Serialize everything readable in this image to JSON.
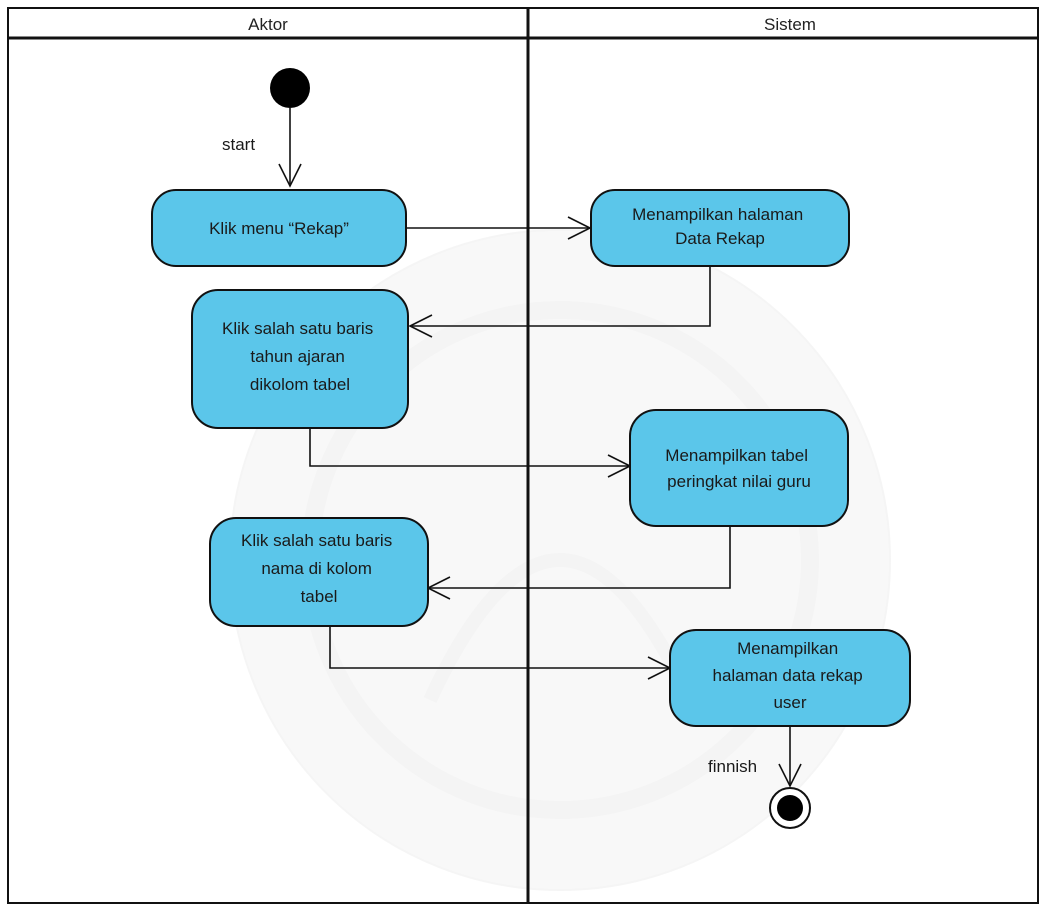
{
  "swimlanes": [
    {
      "id": "actor",
      "title": "Aktor"
    },
    {
      "id": "system",
      "title": "Sistem"
    }
  ],
  "nodes": {
    "start": {
      "type": "initial"
    },
    "klik_rekap": {
      "type": "action",
      "lane": "actor",
      "lines": [
        "Klik menu “Rekap”"
      ]
    },
    "tampil_data_rekap": {
      "type": "action",
      "lane": "system",
      "lines": [
        "Menampilkan halaman",
        "Data Rekap"
      ]
    },
    "klik_tahun": {
      "type": "action",
      "lane": "actor",
      "lines": [
        "Klik salah satu baris",
        "tahun ajaran",
        "dikolom tabel"
      ]
    },
    "tampil_peringkat": {
      "type": "action",
      "lane": "system",
      "lines": [
        "Menampilkan tabel",
        "peringkat nilai guru"
      ]
    },
    "klik_nama": {
      "type": "action",
      "lane": "actor",
      "lines": [
        "Klik salah satu baris",
        "nama di kolom",
        "tabel"
      ]
    },
    "tampil_rekap_user": {
      "type": "action",
      "lane": "system",
      "lines": [
        "Menampilkan",
        "halaman data rekap",
        "user"
      ]
    },
    "finish": {
      "type": "final"
    }
  },
  "flows": [
    {
      "from": "start",
      "to": "klik_rekap",
      "label": "start"
    },
    {
      "from": "klik_rekap",
      "to": "tampil_data_rekap",
      "label": ""
    },
    {
      "from": "tampil_data_rekap",
      "to": "klik_tahun",
      "label": ""
    },
    {
      "from": "klik_tahun",
      "to": "tampil_peringkat",
      "label": ""
    },
    {
      "from": "tampil_peringkat",
      "to": "klik_nama",
      "label": ""
    },
    {
      "from": "klik_nama",
      "to": "tampil_rekap_user",
      "label": ""
    },
    {
      "from": "tampil_rekap_user",
      "to": "finish",
      "label": "finnish"
    }
  ],
  "colors": {
    "action_fill": "#5bc6ea",
    "line": "#111111",
    "watermark": "#f4f4f4"
  }
}
